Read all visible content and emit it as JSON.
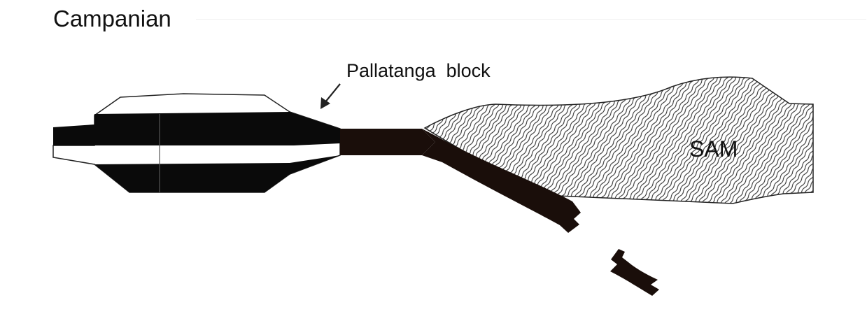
{
  "diagram": {
    "title": "Campanian",
    "labels": {
      "pallatanga_block": "Pallatanga  block",
      "sam": "SAM"
    }
  }
}
